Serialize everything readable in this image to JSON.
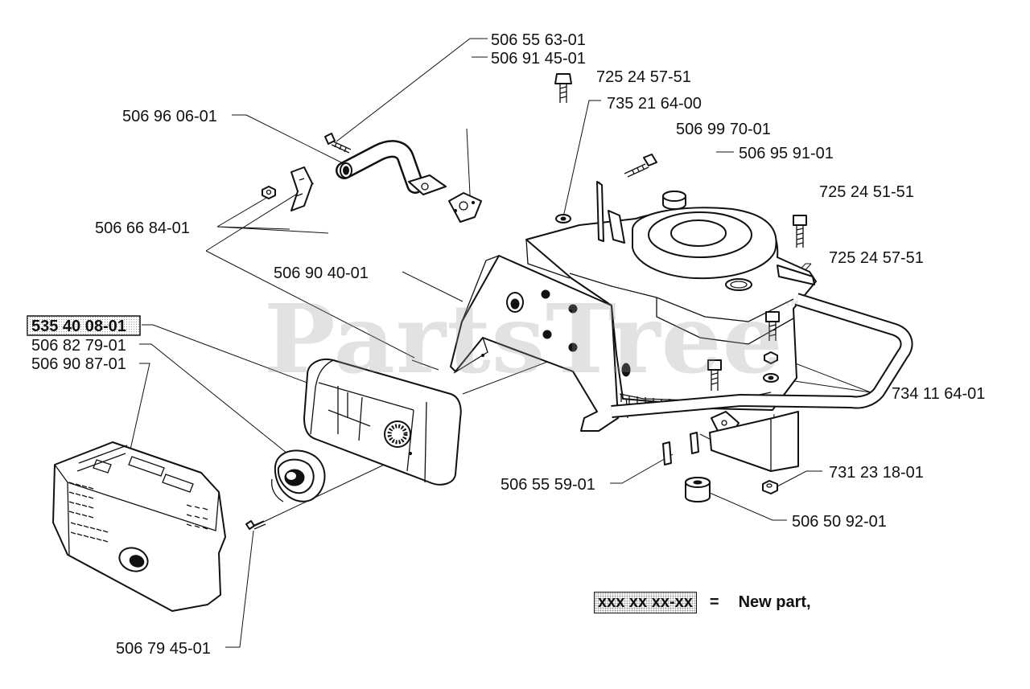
{
  "watermark": {
    "text": "PartsTree",
    "mark": "™"
  },
  "labels": {
    "p_506_55_63": "506 55 63-01",
    "p_506_91_45": "506 91 45-01",
    "p_725_24_57_top": "725 24 57-51",
    "p_735_21_64": "735 21 64-00",
    "p_506_96_06": "506 96 06-01",
    "p_506_99_70": "506 99 70-01",
    "p_506_95_91": "506 95 91-01",
    "p_725_24_51": "725 24 51-51",
    "p_506_66_84": "506 66 84-01",
    "p_725_24_57_right": "725 24 57-51",
    "p_506_90_40": "506 90 40-01",
    "p_535_40_08": "535 40 08-01",
    "p_506_82_79": "506 82 79-01",
    "p_506_90_87": "506 90 87-01",
    "p_734_11_64": "734 11 64-01",
    "p_506_55_59": "506 55 59-01",
    "p_731_23_18": "731 23 18-01",
    "p_506_50_92": "506 50 92-01",
    "p_506_79_45": "506 79 45-01"
  },
  "legend": {
    "sample": "xxx xx xx-xx",
    "equals": "=",
    "meaning": "New part,"
  }
}
